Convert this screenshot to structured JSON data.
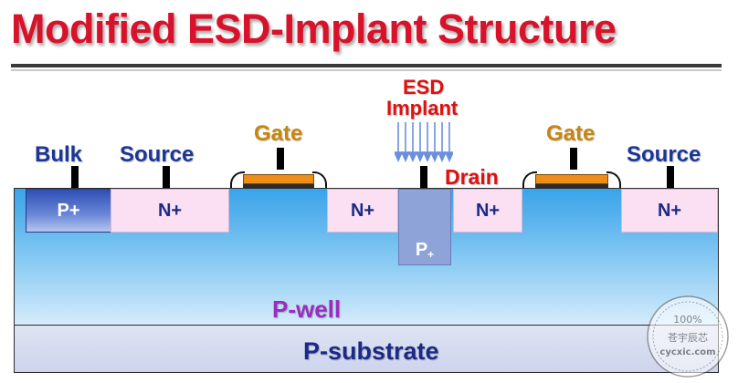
{
  "title": "Modified ESD-Implant Structure",
  "labels": {
    "bulk": "Bulk",
    "source_left": "Source",
    "gate_left": "Gate",
    "esd_implant_line1": "ESD",
    "esd_implant_line2": "Implant",
    "drain": "Drain",
    "gate_right": "Gate",
    "source_right": "Source"
  },
  "regions": {
    "bulk_pplus": "P+",
    "source_left_nplus": "N+",
    "drain_left_nplus": "N+",
    "esd_pplus": "P",
    "esd_pplus_sup": "+",
    "drain_right_nplus": "N+",
    "source_right_nplus": "N+"
  },
  "layers": {
    "well": "P-well",
    "substrate": "P-substrate"
  },
  "watermark": {
    "line1": "100%",
    "line2": "苍宇辰芯",
    "line3": "cycxic.com"
  },
  "colors": {
    "title": "#d8122a",
    "label_blue": "#1a3596",
    "gate_orange": "#c8860e",
    "drain_red": "#e01010",
    "well_text": "#9b2dbd",
    "nplus_fill": "#fbe0f4",
    "well_fill": "#39a3e9",
    "substrate_fill": "#dfe4f4"
  }
}
